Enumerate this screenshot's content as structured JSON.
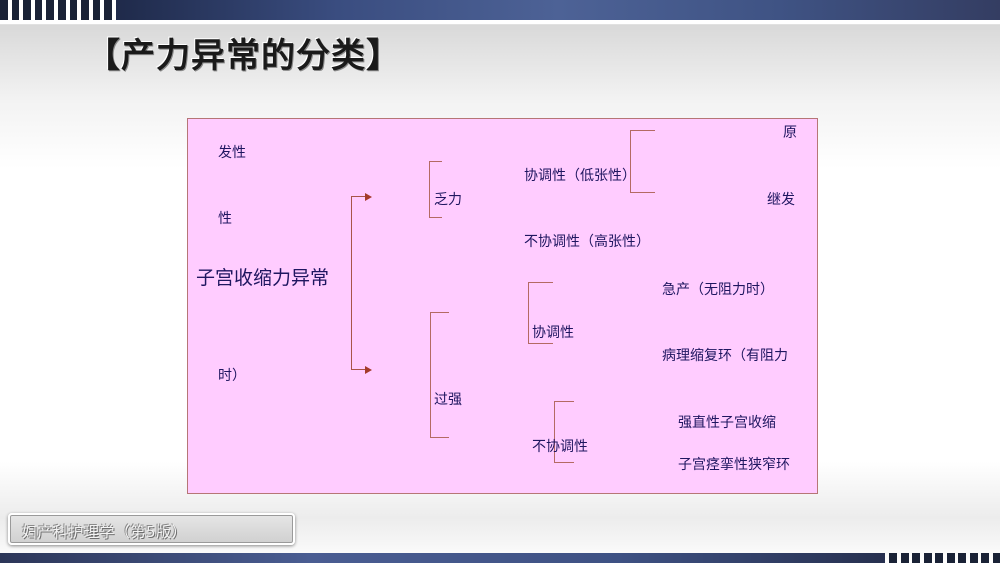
{
  "slide": {
    "title": "【产力异常的分类】",
    "footer_label": "妇产科护理学（第5版）"
  },
  "diagram": {
    "root": "子宫收缩力异常",
    "branches": {
      "weak": "乏力",
      "strong": "过强"
    },
    "weak_children": {
      "coordinated": "协调性（低张性）",
      "uncoordinated": "不协调性（高张性）",
      "primary": "原",
      "secondary": "继发",
      "primary_suffix": "发性",
      "secondary_suffix": "性"
    },
    "strong_children": {
      "coordinated": "协调性",
      "uncoordinated": "不协调性",
      "precipitous": "急产（无阻力时）",
      "pathological_ring": "病理缩复环（有阻力",
      "pathological_ring_suffix": "时）",
      "tetanic": "强直性子宫收缩",
      "constriction_ring": "子宫痉挛性狭窄环"
    },
    "colors": {
      "box_fill": "#ffccff",
      "box_border": "#b67676",
      "text": "#1f1660",
      "connector": "#a85448"
    }
  }
}
